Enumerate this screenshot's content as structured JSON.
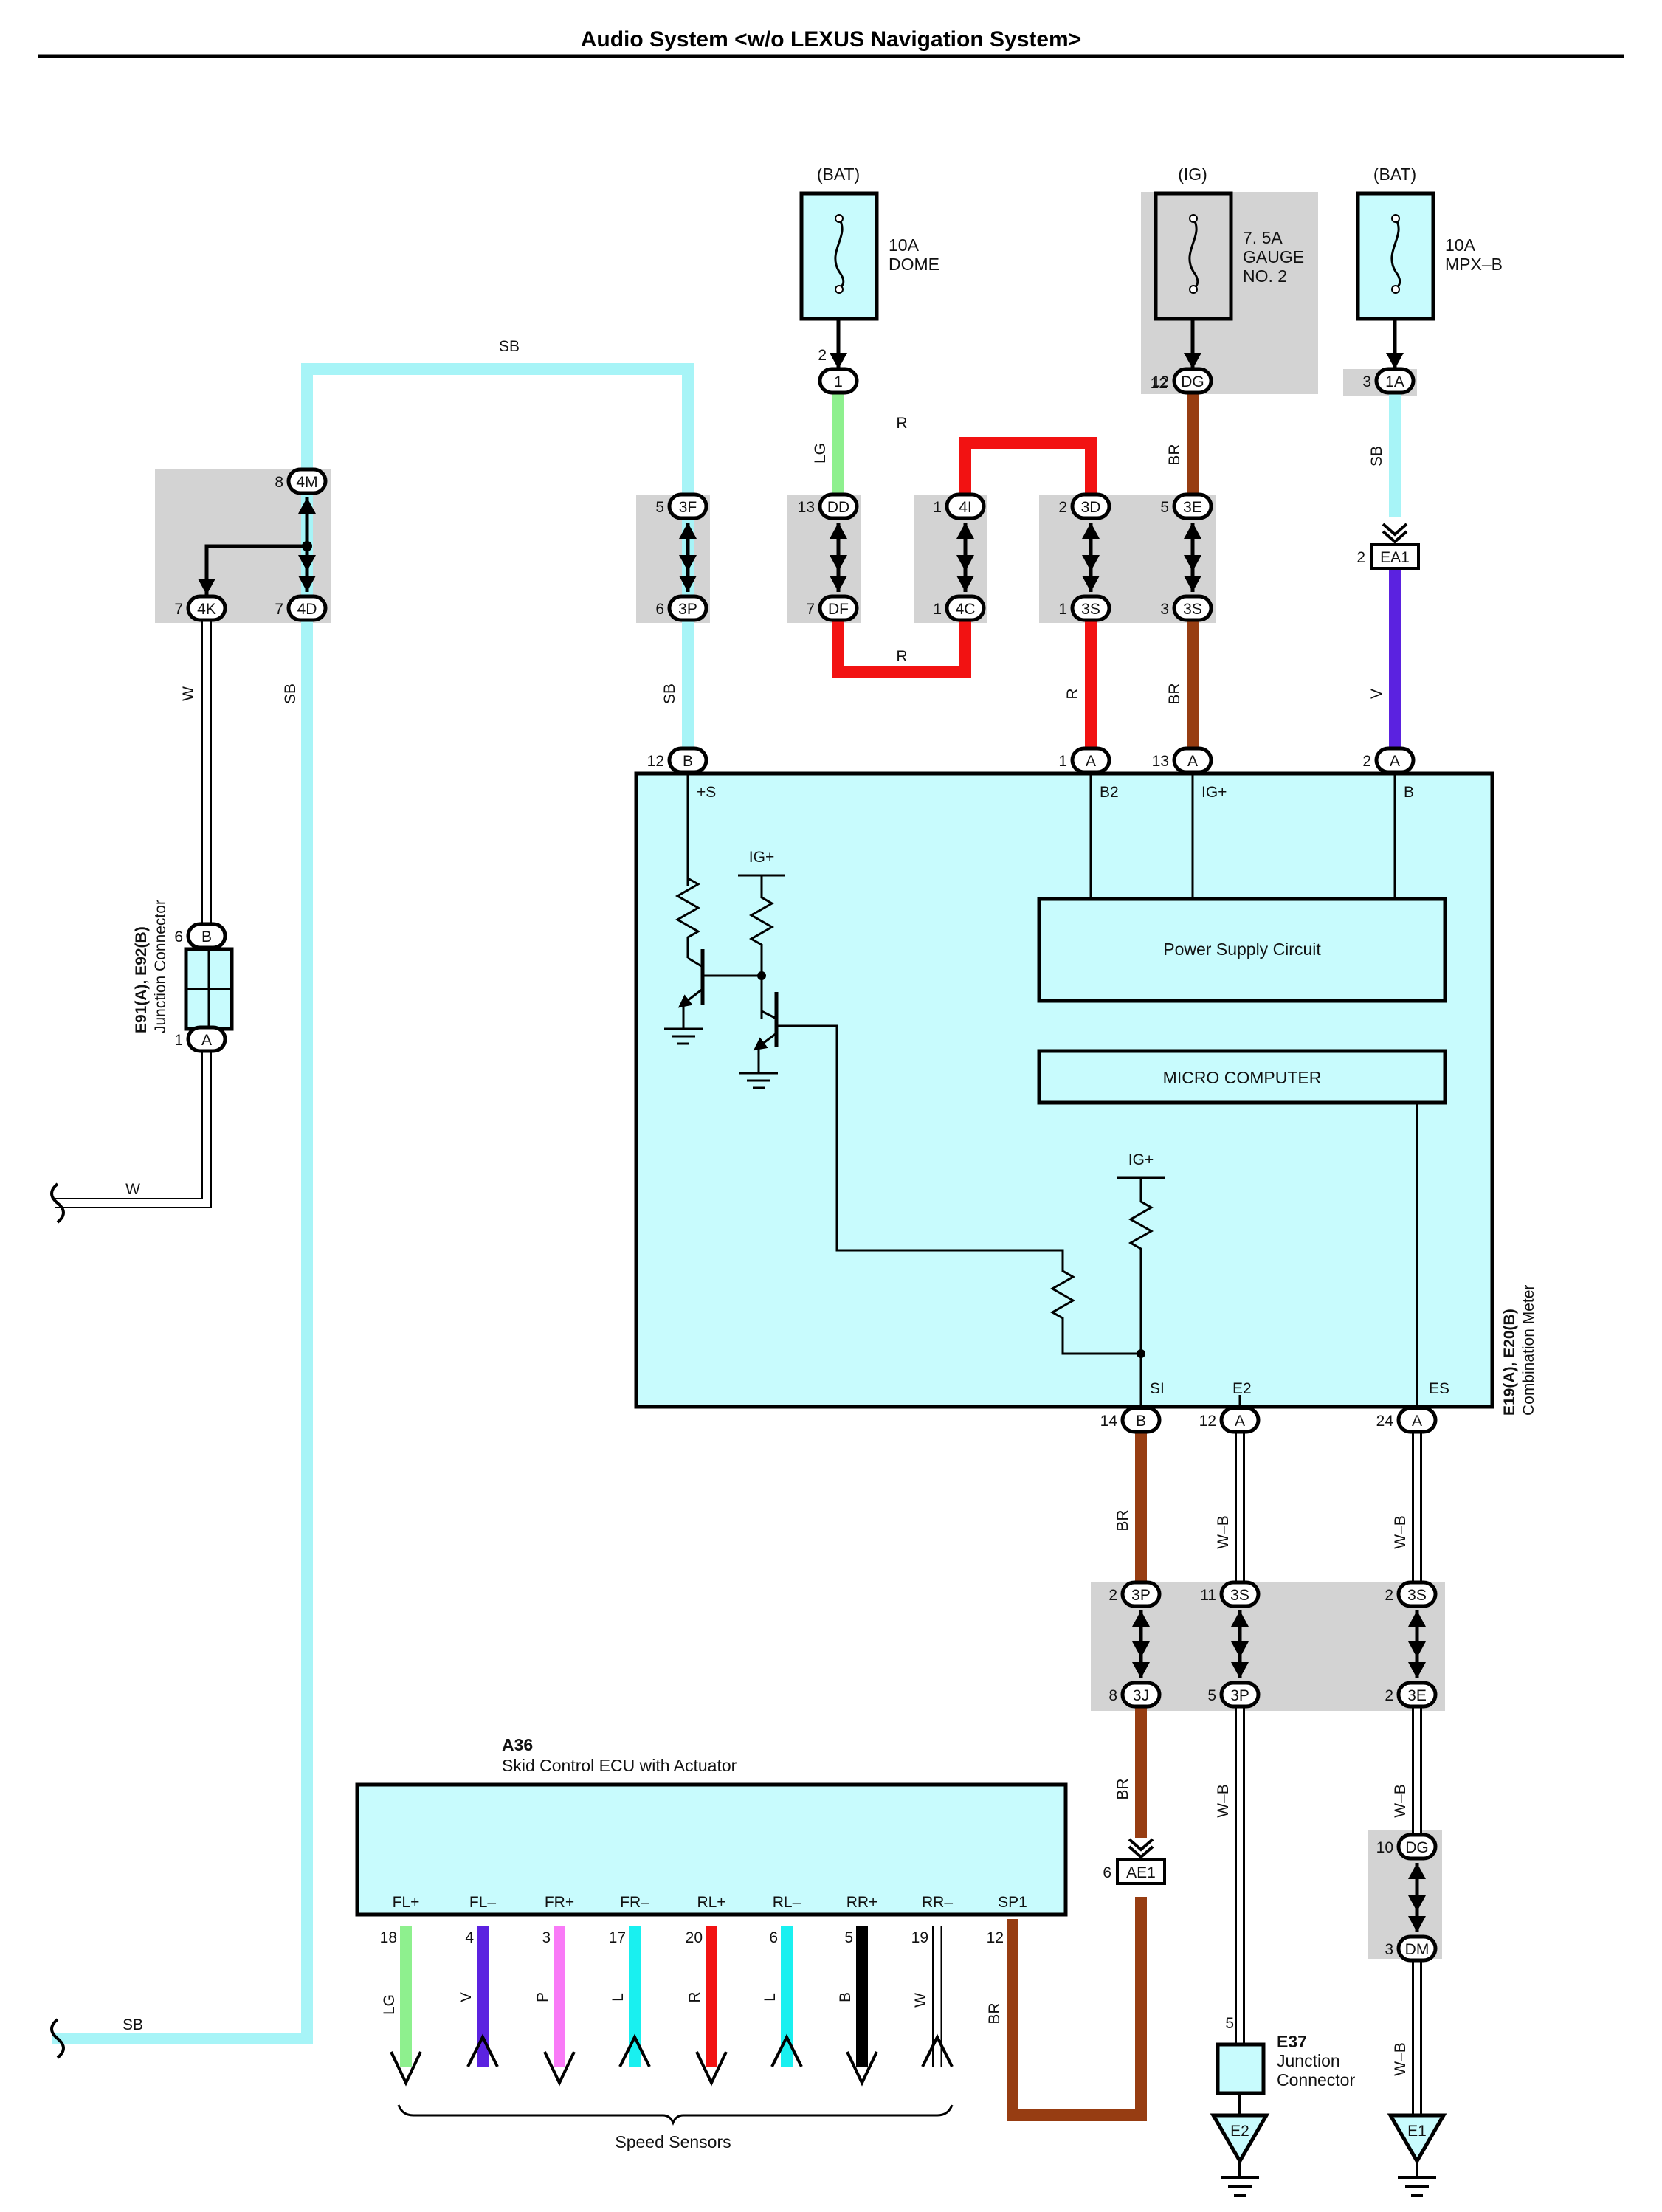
{
  "title": "Audio System <w/o LEXUS Navigation System>",
  "fuses": [
    {
      "supply": "(BAT)",
      "rating": "10A",
      "name": [
        "DOME"
      ]
    },
    {
      "supply": "(IG)",
      "rating": "7. 5A",
      "name": [
        "GAUGE",
        "NO. 2"
      ]
    },
    {
      "supply": "(BAT)",
      "rating": "10A",
      "name": [
        "MPX–B"
      ]
    }
  ],
  "wire_colors": {
    "SB": "#a7f4f7",
    "LG": "#8ef08e",
    "R": "#f21212",
    "BR": "#973d12",
    "V": "#5b22e0",
    "W": "#ffffff",
    "W-B": "#ffffff",
    "P": "#f97af7",
    "L": "#19f0f0",
    "B": "#000000"
  },
  "wire_labels": {
    "sb": "SB",
    "lg": "LG",
    "r": "R",
    "br": "BR",
    "v": "V",
    "w": "W",
    "wb": "W–B",
    "p": "P",
    "l": "L",
    "b": "B"
  },
  "connectors": {
    "c4m": "4M",
    "c4k": "4K",
    "c4d": "4D",
    "c3f": "3F",
    "c3p": "3P",
    "c1": "1",
    "cdd": "DD",
    "cdf": "DF",
    "c4i": "4I",
    "c4c": "4C",
    "c3d": "3D",
    "c3s": "3S",
    "c3e": "3E",
    "cdg": "DG",
    "c1a": "1A",
    "cea1": "EA1",
    "cb": "B",
    "ca": "A",
    "c3j": "3J",
    "cae1": "AE1",
    "cdm": "DM"
  },
  "pins": {
    "n1": "1",
    "n2": "2",
    "n3": "3",
    "n4": "4",
    "n5": "5",
    "n6": "6",
    "n7": "7",
    "n8": "8",
    "n10": "10",
    "n11": "11",
    "n12": "12",
    "n13": "13",
    "n14": "14",
    "n17": "17",
    "n18": "18",
    "n19": "19",
    "n20": "20",
    "n24": "24"
  },
  "combination_meter": {
    "ref": "E19(A), E20(B)",
    "name": "Combination Meter",
    "terminals": {
      "s_plus": "+S",
      "b2": "B2",
      "ig_plus": "IG+",
      "b": "B",
      "si": "SI",
      "e2": "E2",
      "es": "ES"
    },
    "ig_labels": [
      "IG+",
      "IG+"
    ],
    "power_supply": "Power Supply Circuit",
    "micro": "MICRO COMPUTER"
  },
  "junction_e91": {
    "ref": "E91(A), E92(B)",
    "name": "Junction Connector"
  },
  "junction_e37": {
    "ref": "E37",
    "name": [
      "Junction",
      "Connector"
    ]
  },
  "skid_ecu": {
    "ref": "A36",
    "name": "Skid Control ECU with Actuator",
    "terminals": [
      {
        "name": "FL+",
        "pin": "18",
        "color": "LG"
      },
      {
        "name": "FL–",
        "pin": "4",
        "color": "V"
      },
      {
        "name": "FR+",
        "pin": "3",
        "color": "P"
      },
      {
        "name": "FR–",
        "pin": "17",
        "color": "L"
      },
      {
        "name": "RL+",
        "pin": "20",
        "color": "R"
      },
      {
        "name": "RL–",
        "pin": "6",
        "color": "L"
      },
      {
        "name": "RR+",
        "pin": "5",
        "color": "B"
      },
      {
        "name": "RR–",
        "pin": "19",
        "color": "W"
      },
      {
        "name": "SP1",
        "pin": "12",
        "color": "BR"
      }
    ],
    "sensor_group": "Speed Sensors"
  },
  "grounds": {
    "e2": "E2",
    "e1": "E1"
  }
}
